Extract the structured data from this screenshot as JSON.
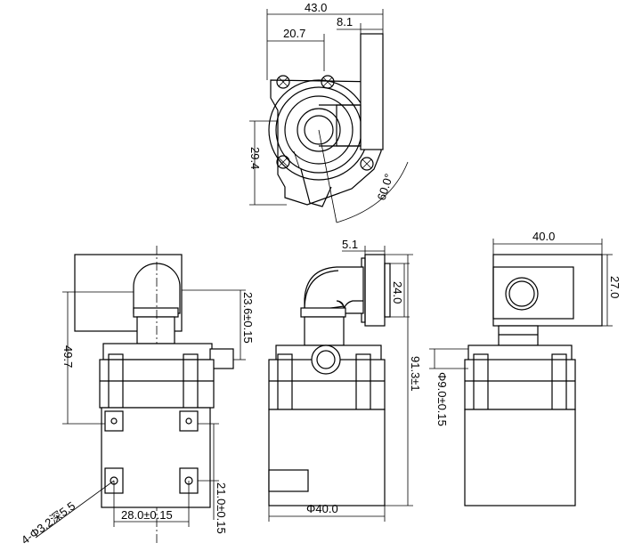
{
  "top_view": {
    "dim_width": "43.0",
    "dim_inlet_offset": "20.7",
    "dim_outlet_width": "8.1",
    "dim_height": "29.4",
    "dim_angle": "60.0°"
  },
  "front_view": {
    "dim_height": "49.7",
    "dim_outlet_height": "23.6±0.15",
    "dim_hole_spacing_x": "28.0±0.15",
    "dim_hole_spacing_y": "21.0±0.15",
    "dim_mounting_holes": "4-Φ3.2深5.5"
  },
  "side_view": {
    "dim_flange_thickness": "5.1",
    "dim_flange_height": "24.0",
    "dim_total_height": "91.3±1",
    "dim_body_diameter": "Φ40.0"
  },
  "right_view": {
    "dim_width": "40.0",
    "dim_height": "27.0",
    "dim_diameter": "Φ9.0±0.15"
  }
}
